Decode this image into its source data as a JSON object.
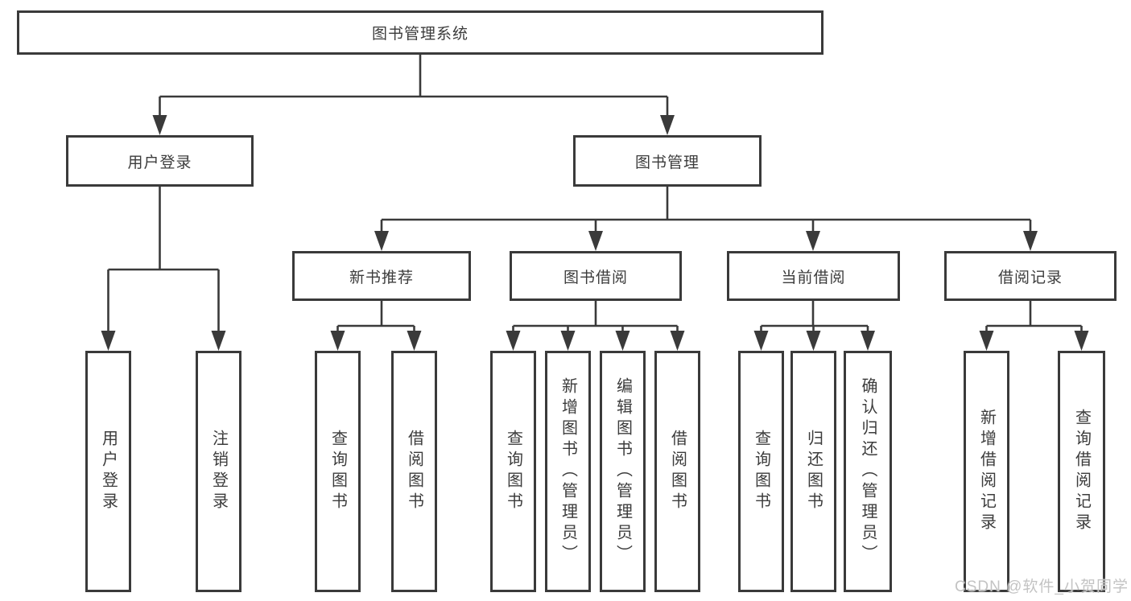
{
  "diagram_type": "hierarchy-tree",
  "colors": {
    "line": "#3a3a3a",
    "box_border": "#3a3a3a",
    "box_fill": "#ffffff",
    "text": "#3c3c3c",
    "watermark": "#c3c3c3",
    "background": "#ffffff"
  },
  "watermark": {
    "text": "CSDN @软件_小贺同学"
  },
  "tree": {
    "label": "图书管理系统",
    "children": [
      {
        "label": "用户登录",
        "children": [
          {
            "label": "用户登录"
          },
          {
            "label": "注销登录"
          }
        ]
      },
      {
        "label": "图书管理",
        "children": [
          {
            "label": "新书推荐",
            "children": [
              {
                "label": "查询图书"
              },
              {
                "label": "借阅图书"
              }
            ]
          },
          {
            "label": "图书借阅",
            "children": [
              {
                "label": "查询图书"
              },
              {
                "label": "新增图书（管理员）"
              },
              {
                "label": "编辑图书（管理员）"
              },
              {
                "label": "借阅图书"
              }
            ]
          },
          {
            "label": "当前借阅",
            "children": [
              {
                "label": "查询图书"
              },
              {
                "label": "归还图书"
              },
              {
                "label": "确认归还（管理员）"
              }
            ]
          },
          {
            "label": "借阅记录",
            "children": [
              {
                "label": "新增借阅记录"
              },
              {
                "label": "查询借阅记录"
              }
            ]
          }
        ]
      }
    ]
  }
}
